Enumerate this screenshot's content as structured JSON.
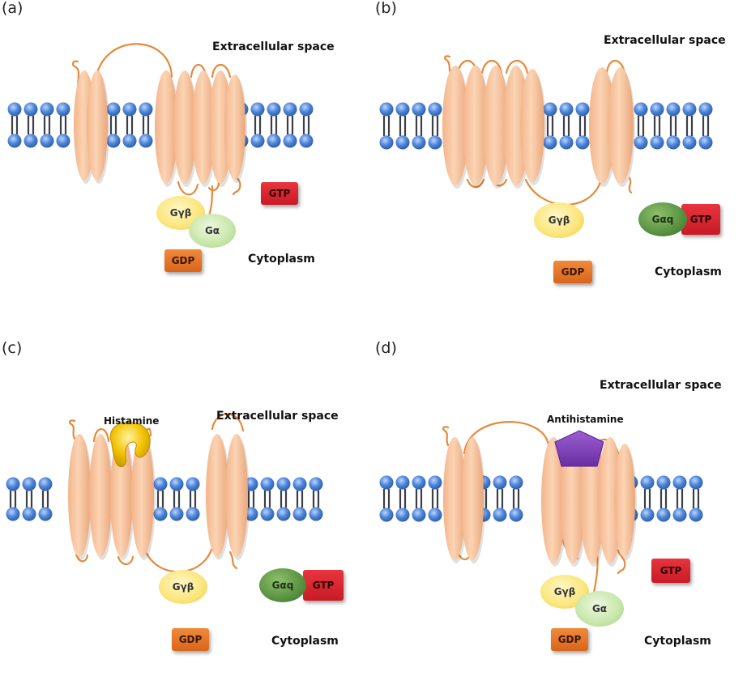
{
  "panels": [
    {
      "letter": "(a)",
      "extracellular": "Extracellular space",
      "cytoplasm": "Cytoplasm",
      "gyb": "Gγβ",
      "ga": "Gα",
      "gdp": "GDP",
      "gtp": "GTP"
    },
    {
      "letter": "(b)",
      "extracellular": "Extracellular space",
      "cytoplasm": "Cytoplasm",
      "gyb": "Gγβ",
      "gaq": "Gαq",
      "gdp": "GDP",
      "gtp": "GTP"
    },
    {
      "letter": "(c)",
      "extracellular": "Extracellular space",
      "cytoplasm": "Cytoplasm",
      "ligand": "Histamine",
      "gyb": "Gγβ",
      "gaq": "Gαq",
      "gdp": "GDP",
      "gtp": "GTP"
    },
    {
      "letter": "(d)",
      "extracellular": "Extracellular space",
      "cytoplasm": "Cytoplasm",
      "ligand": "Antihistamine",
      "gyb": "Gγβ",
      "ga": "Gα",
      "gdp": "GDP",
      "gtp": "GTP"
    }
  ],
  "colors": {
    "lipid_head": "#4f86d9",
    "helix": "#f7c39b",
    "loop": "#e58a3c",
    "histamine": "#f2c200",
    "antihistamine": "#7a3bb3"
  }
}
